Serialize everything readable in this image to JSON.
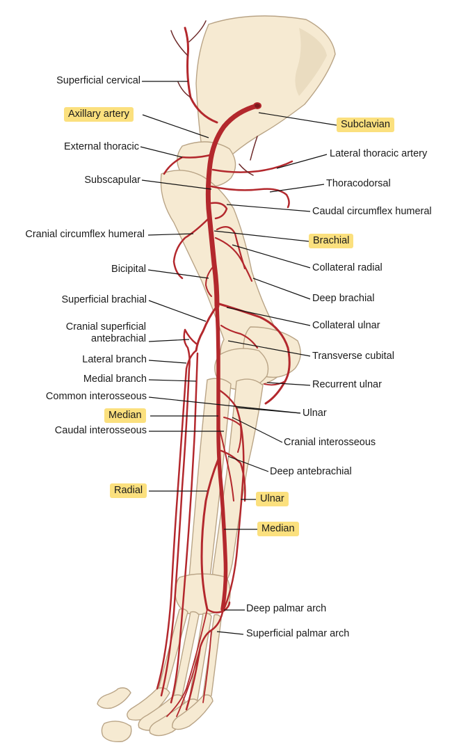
{
  "colors": {
    "bone": "#f6ead2",
    "bone_outline": "#b9a486",
    "artery": "#b3282d",
    "artery_dark": "#7e1a1e",
    "highlight": "#fbe07e",
    "leader": "#111111"
  },
  "labels": {
    "superficial_cervical": "Superficial cervical",
    "axillary_artery": "Axillary artery",
    "external_thoracic": "External thoracic",
    "subscapular": "Subscapular",
    "cranial_circumflex_humeral": "Cranial circumflex humeral",
    "bicipital": "Bicipital",
    "superficial_brachial": "Superficial brachial",
    "cranial_superficial_antebrachial": "Cranial superficial antebrachial",
    "lateral_branch": "Lateral branch",
    "medial_branch": "Medial branch",
    "common_interosseous": "Common interosseous",
    "median_left": "Median",
    "caudal_interosseous": "Caudal interosseous",
    "radial": "Radial",
    "subclavian": "Subclavian",
    "lateral_thoracic_artery": "Lateral thoracic artery",
    "thoracodorsal": "Thoracodorsal",
    "caudal_circumflex_humeral": "Caudal circumflex humeral",
    "brachial": "Brachial",
    "collateral_radial": "Collateral radial",
    "deep_brachial": "Deep brachial",
    "collateral_ulnar": "Collateral ulnar",
    "transverse_cubital": "Transverse cubital",
    "recurrent_ulnar": "Recurrent ulnar",
    "ulnar_right": "Ulnar",
    "cranial_interosseous": "Cranial interosseous",
    "deep_antebrachial": "Deep antebrachial",
    "ulnar_lower": "Ulnar",
    "median_lower": "Median",
    "deep_palmar_arch": "Deep palmar arch",
    "superficial_palmar_arch": "Superficial palmar arch"
  }
}
